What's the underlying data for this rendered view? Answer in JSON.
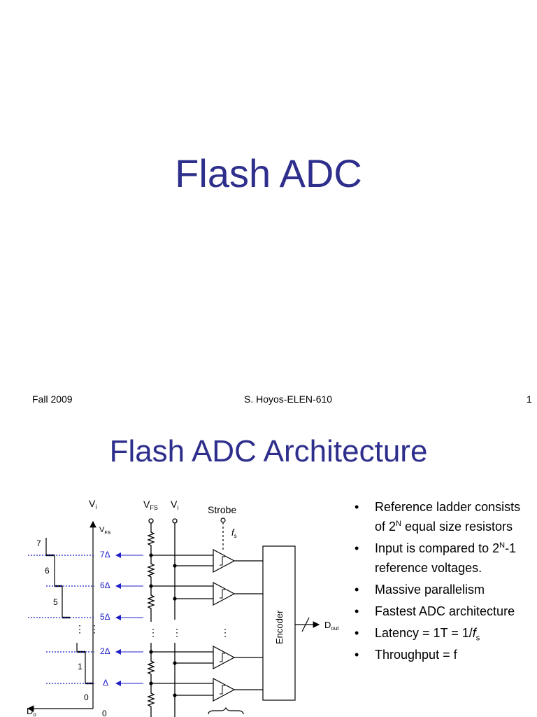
{
  "slide1": {
    "title": "Flash ADC",
    "footer": {
      "left": "Fall 2009",
      "center": "S. Hoyos-ELEN-610",
      "right": "1"
    }
  },
  "slide2": {
    "title": "Flash ADC Architecture",
    "diagram": {
      "vi_top": "V",
      "vi_sub": "i",
      "vfs_axis": "V",
      "vfs_axis_sub": "FS",
      "vfs_top": "V",
      "vfs_top_sub": "FS",
      "vi2_top": "V",
      "vi2_sub": "i",
      "strobe": "Strobe",
      "fs": "f",
      "fs_sub": "s",
      "encoder": "Encoder",
      "dout": "D",
      "dout_sub": "out",
      "do": "D",
      "do_sub": "o",
      "codes": [
        "7",
        "6",
        "5",
        "1",
        "0",
        "0"
      ],
      "ref_labels": [
        "7Δ",
        "6Δ",
        "5Δ",
        "2Δ",
        "Δ"
      ],
      "dots": "⋮"
    },
    "bullets": {
      "b1_pre": "Reference ladder consists of 2",
      "b1_sup": "N",
      "b1_post": " equal size resistors",
      "b2_pre": "Input is compared to 2",
      "b2_sup": "N",
      "b2_post": "-1 reference voltages.",
      "b3": "Massive parallelism",
      "b4": "Fastest ADC architecture",
      "b5_pre": "Latency = 1T = 1/",
      "b5_f": "f",
      "b5_sub": "s",
      "b6": "Throughput = f"
    },
    "colors": {
      "title": "#2e2e8c",
      "reference": "#1f1fc8"
    }
  }
}
